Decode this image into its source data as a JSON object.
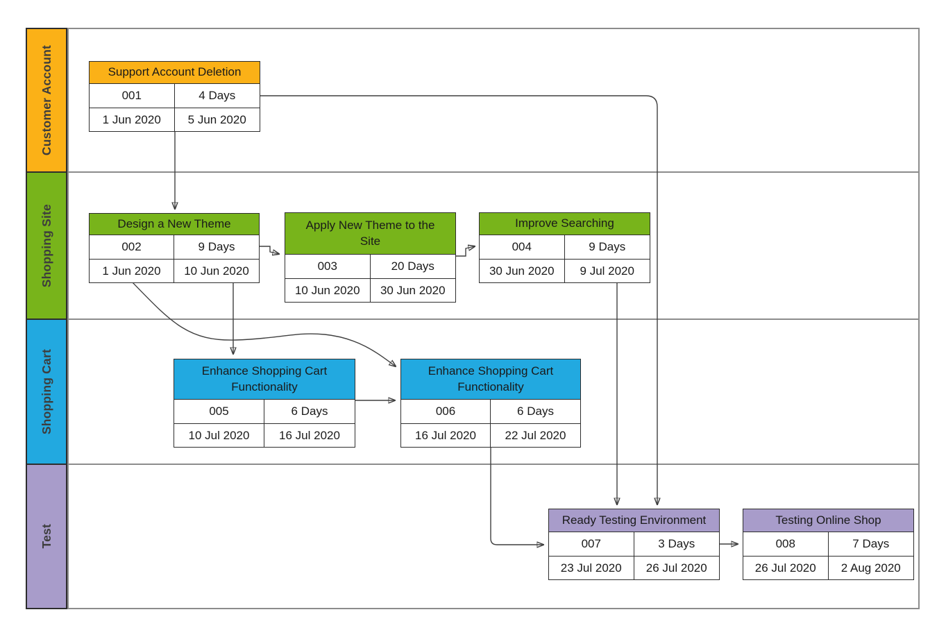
{
  "diagram": {
    "kind": "project-swimlane-dependency-chart"
  },
  "lanes": [
    {
      "label": "Customer Account",
      "color": "#FBB117"
    },
    {
      "label": "Shopping Site",
      "color": "#78B41B"
    },
    {
      "label": "Shopping Cart",
      "color": "#22A9E0"
    },
    {
      "label": "Test",
      "color": "#A89CCA"
    }
  ],
  "tasks": [
    {
      "id": "001",
      "title": "Support Account Deletion",
      "duration": "4 Days",
      "start": "1 Jun 2020",
      "end": "5 Jun 2020",
      "lane": "Customer Account",
      "header_color": "#FBB117"
    },
    {
      "id": "002",
      "title": "Design a New Theme",
      "duration": "9 Days",
      "start": "1 Jun 2020",
      "end": "10 Jun 2020",
      "lane": "Shopping Site",
      "header_color": "#78B41B"
    },
    {
      "id": "003",
      "title": "Apply New Theme to the Site",
      "duration": "20 Days",
      "start": "10 Jun 2020",
      "end": "30 Jun 2020",
      "lane": "Shopping Site",
      "header_color": "#78B41B"
    },
    {
      "id": "004",
      "title": "Improve Searching",
      "duration": "9 Days",
      "start": "30 Jun 2020",
      "end": "9 Jul 2020",
      "lane": "Shopping Site",
      "header_color": "#78B41B"
    },
    {
      "id": "005",
      "title": "Enhance Shopping Cart Functionality",
      "duration": "6 Days",
      "start": "10 Jul 2020",
      "end": "16 Jul 2020",
      "lane": "Shopping Cart",
      "header_color": "#22A9E0"
    },
    {
      "id": "006",
      "title": "Enhance Shopping Cart Functionality",
      "duration": "6 Days",
      "start": "16 Jul 2020",
      "end": "22 Jul 2020",
      "lane": "Shopping Cart",
      "header_color": "#22A9E0"
    },
    {
      "id": "007",
      "title": "Ready Testing Environment",
      "duration": "3 Days",
      "start": "23 Jul 2020",
      "end": "26 Jul 2020",
      "lane": "Test",
      "header_color": "#A89CCA"
    },
    {
      "id": "008",
      "title": "Testing Online Shop",
      "duration": "7 Days",
      "start": "26 Jul 2020",
      "end": "2 Aug 2020",
      "lane": "Test",
      "header_color": "#A89CCA"
    }
  ],
  "connections": [
    {
      "from": "001",
      "to": "002"
    },
    {
      "from": "001",
      "to": "007"
    },
    {
      "from": "002",
      "to": "003"
    },
    {
      "from": "002",
      "to": "005"
    },
    {
      "from": "002",
      "to": "006"
    },
    {
      "from": "003",
      "to": "004"
    },
    {
      "from": "004",
      "to": "007"
    },
    {
      "from": "005",
      "to": "006"
    },
    {
      "from": "006",
      "to": "007"
    },
    {
      "from": "007",
      "to": "008"
    }
  ],
  "palette": {
    "connector": "#3f3f3f",
    "lane_divider": "#8c8c8c",
    "card_border": "#2d2d2d",
    "text": "#1a1a1a"
  }
}
